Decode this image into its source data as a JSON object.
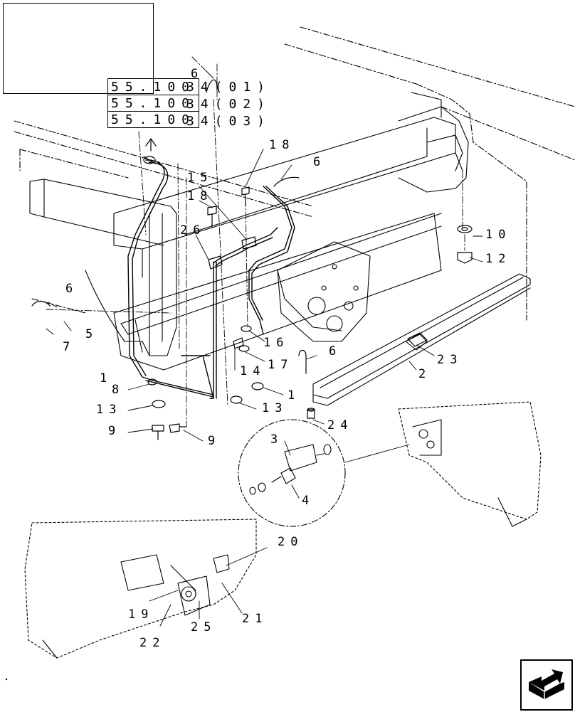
{
  "references": [
    "55.100",
    "55.100",
    "55.100"
  ],
  "reference_suffixes": [
    "34(01)",
    "34(02)",
    "34(03)"
  ],
  "callouts": {
    "c6a": "6",
    "c18a": "18",
    "c6b": "6",
    "c15": "15",
    "c18b": "18",
    "c26": "26",
    "c10": "10",
    "c12": "12",
    "c6c": "6",
    "c5": "5",
    "c7": "7",
    "c16": "16",
    "c6d": "6",
    "c23": "23",
    "c14": "14",
    "c17": "17",
    "c2": "2",
    "c1a": "1",
    "c8": "8",
    "c1b": "1",
    "c13a": "13",
    "c13b": "13",
    "c24": "24",
    "c9a": "9",
    "c9b": "9",
    "c3": "3",
    "c4": "4",
    "c20": "20",
    "c19": "19",
    "c25": "25",
    "c21": "21",
    "c22": "22"
  },
  "icons": {
    "nav": "next-page-arrow-icon"
  }
}
